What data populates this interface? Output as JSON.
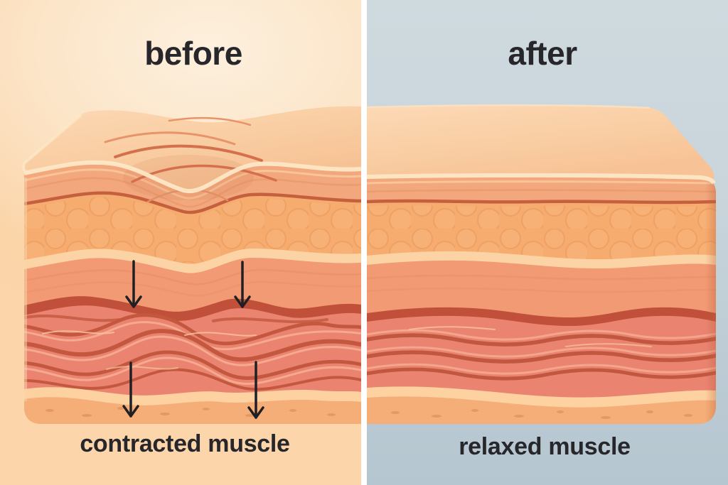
{
  "panels": {
    "before": {
      "title": "before",
      "caption": "contracted muscle",
      "background": "#fbd4a8",
      "skin_state": "wrinkled surface, contracted bunched muscle fibers",
      "arrows": {
        "count": 4,
        "glyph": "down-arrow",
        "color": "#202024"
      }
    },
    "after": {
      "title": "after",
      "caption": "relaxed muscle",
      "background": "#c0ced7",
      "skin_state": "smooth surface, relaxed wavy muscle fibers",
      "arrows": {
        "count": 0
      }
    }
  },
  "divider": {
    "color": "#ffffff"
  },
  "text_color": "#26262b",
  "palette": {
    "skin_top_face": "#fad2a9",
    "epidermis": "#f2a77c",
    "epidermis_dark_line": "#c5603e",
    "fat_layer": "#f6ab6f",
    "pale_band": "#fcd3a4",
    "dermis": "#f29a74",
    "muscle_shadow": "#c0503a",
    "muscle": "#ea8471",
    "muscle_fiber_dark": "#c3583f",
    "muscle_fiber_light": "#f5a98f",
    "bottom_layer": "#f5ae78"
  }
}
